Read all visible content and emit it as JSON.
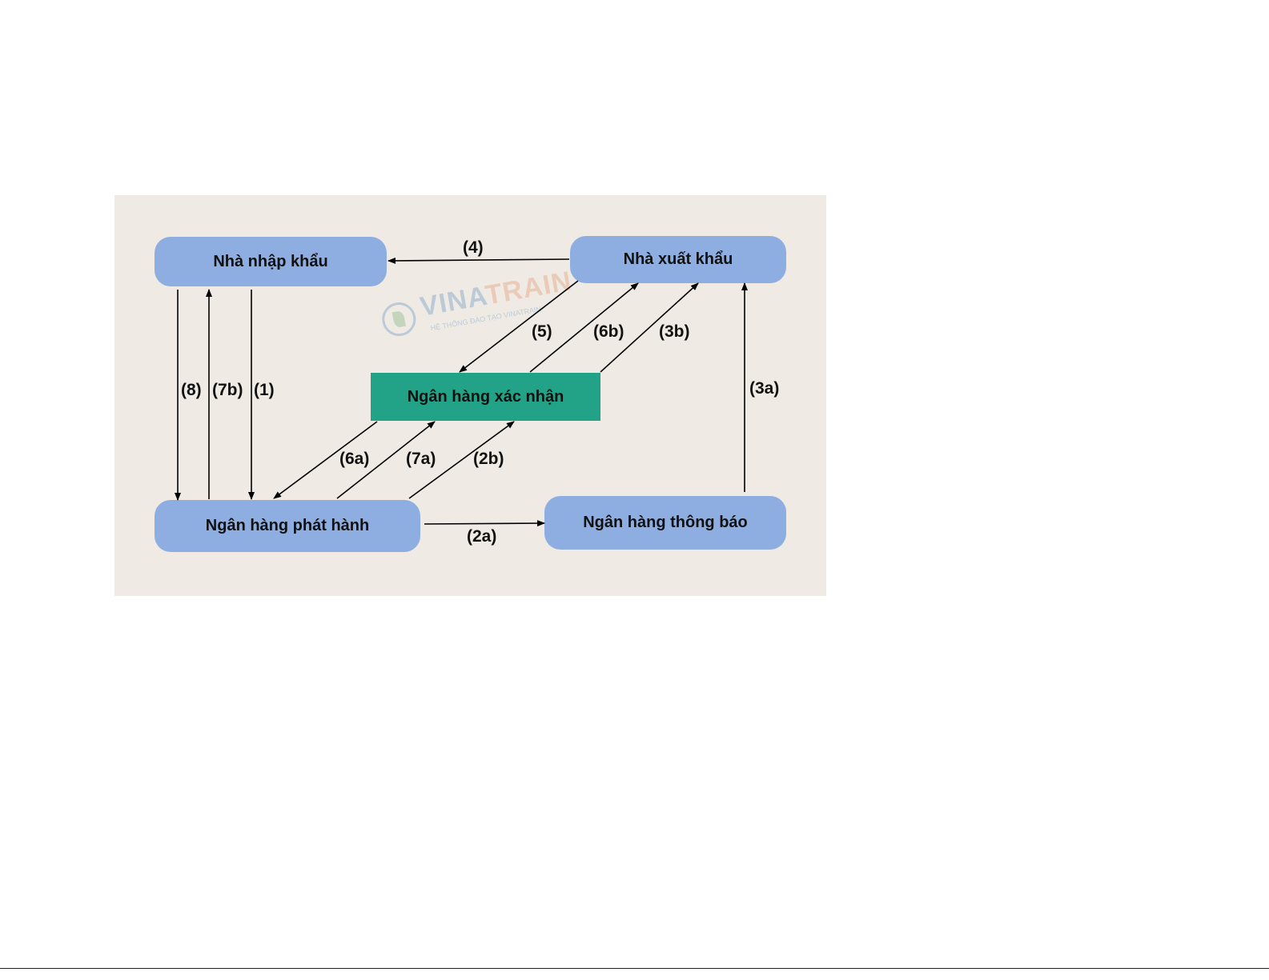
{
  "nodes": {
    "importer": "Nhà nhập khẩu",
    "exporter": "Nhà xuất khẩu",
    "confirming_bank": "Ngân hàng xác nhận",
    "issuing_bank": "Ngân hàng phát hành",
    "advising_bank": "Ngân hàng thông báo"
  },
  "steps": {
    "s1": "(1)",
    "s2a": "(2a)",
    "s2b": "(2b)",
    "s3a": "(3a)",
    "s3b": "(3b)",
    "s4": "(4)",
    "s5": "(5)",
    "s6a": "(6a)",
    "s6b": "(6b)",
    "s7a": "(7a)",
    "s7b": "(7b)",
    "s8": "(8)"
  },
  "watermark": {
    "brand_part1": "VINA",
    "brand_part2": "TRAIN",
    "tagline": "HỆ THỐNG ĐÀO TẠO VINATRAIN"
  },
  "colors": {
    "panel_background": "#efebe4",
    "party_node": "#8eaee2",
    "confirming_bank_node": "#22a387",
    "arrow": "#000000"
  }
}
